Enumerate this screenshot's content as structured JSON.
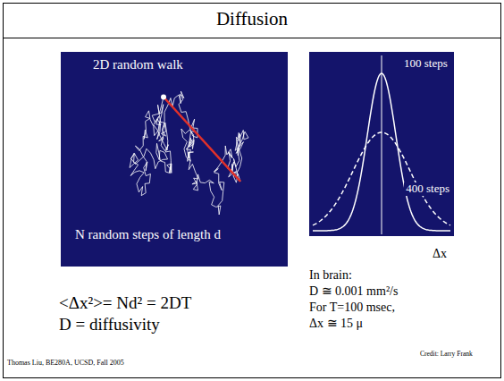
{
  "diagram": {
    "title": "Diffusion",
    "nodes": [
      {
        "text": [
          "2D random walk",
          "N random steps of length d"
        ]
      },
      {
        "text": [
          "100 steps",
          "400 steps"
        ]
      }
    ],
    "labels": [
      "Δx",
      "<Δx²>= Nd² = 2DT",
      "D = diffusivity",
      "In brain:",
      "D ≅ 0.001 mm²/s",
      "For T=100 msec,",
      "Δx ≅ 15 μ",
      "Thomas Liu, BE280A, UCSD, Fall 2005",
      "Credit: Larry Frank"
    ]
  }
}
